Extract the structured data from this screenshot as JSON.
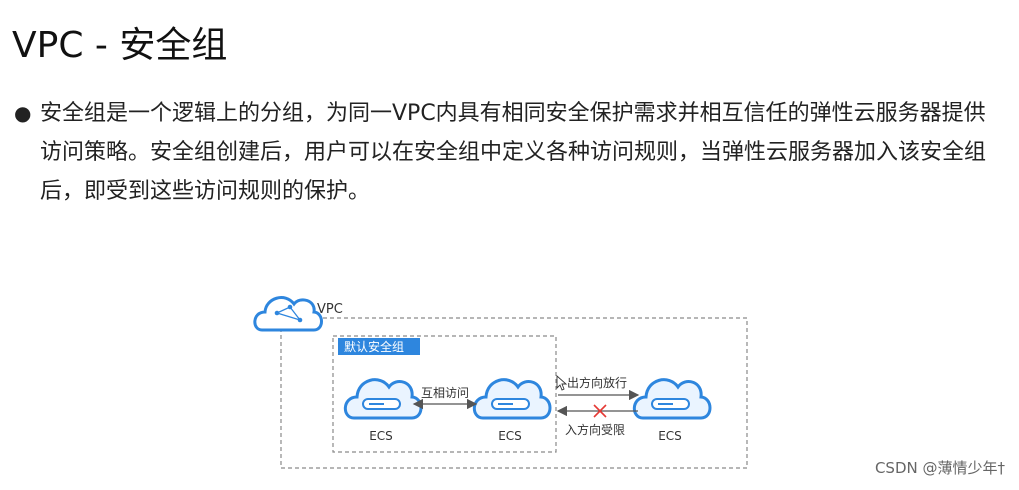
{
  "slide": {
    "title": "VPC - 安全组",
    "bullet": "安全组是一个逻辑上的分组，为同一VPC内具有相同安全保护需求并相互信任的弹性云服务器提供访问策略。安全组创建后，用户可以在安全组中定义各种访问规则，当弹性云服务器加入该安全组后，即受到这些访问规则的保护。"
  },
  "diagram": {
    "vpc_label": "VPC",
    "group_label": "默认安全组",
    "mutual_access_label": "互相访问",
    "outbound_label": "出方向放行",
    "inbound_label": "入方向受限",
    "ecs_labels": [
      "ECS",
      "ECS",
      "ECS"
    ],
    "colors": {
      "cloud": "#2e86de",
      "cloud_fill": "#eaf4ff",
      "group_tag": "#2e86de",
      "deny": "#e53935"
    }
  },
  "watermark": "CSDN @薄情少年†"
}
